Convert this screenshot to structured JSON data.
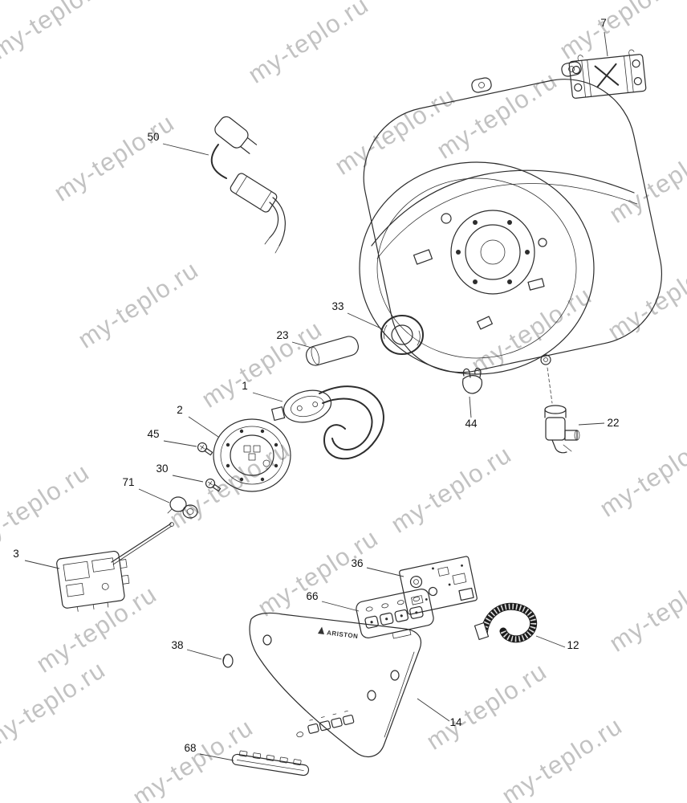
{
  "diagram": {
    "watermark": "my-teplo.ru",
    "brand": "ARISTON",
    "parts": [
      {
        "number": "7"
      },
      {
        "number": "50"
      },
      {
        "number": "33"
      },
      {
        "number": "23"
      },
      {
        "number": "1"
      },
      {
        "number": "2"
      },
      {
        "number": "45"
      },
      {
        "number": "30"
      },
      {
        "number": "71"
      },
      {
        "number": "3"
      },
      {
        "number": "44"
      },
      {
        "number": "22"
      },
      {
        "number": "36"
      },
      {
        "number": "66"
      },
      {
        "number": "38"
      },
      {
        "number": "12"
      },
      {
        "number": "14"
      },
      {
        "number": "68"
      }
    ]
  }
}
